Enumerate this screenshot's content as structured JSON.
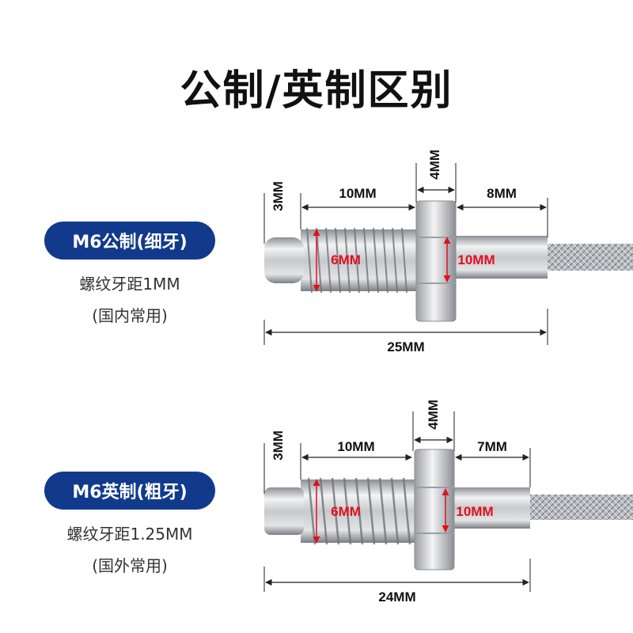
{
  "title": "公制/英制区别",
  "metric": {
    "badge": "M6公制(细牙)",
    "pitch": "螺纹牙距1MM",
    "usage": "(国内常用)",
    "dims": {
      "tip": "3MM",
      "thread_len": "10MM",
      "nut": "4MM",
      "tail": "8MM",
      "thread_dia": "6MM",
      "body_dia": "10MM",
      "total": "25MM"
    }
  },
  "imperial": {
    "badge": "M6英制(粗牙)",
    "pitch": "螺纹牙距1.25MM",
    "usage": "(国外常用)",
    "dims": {
      "tip": "3MM",
      "thread_len": "10MM",
      "nut": "4MM",
      "tail": "7MM",
      "thread_dia": "6MM",
      "body_dia": "10MM",
      "total": "24MM"
    }
  },
  "colors": {
    "badge_bg": "#123a8c",
    "dim_red": "#e0101e",
    "dim_line": "#222222"
  }
}
